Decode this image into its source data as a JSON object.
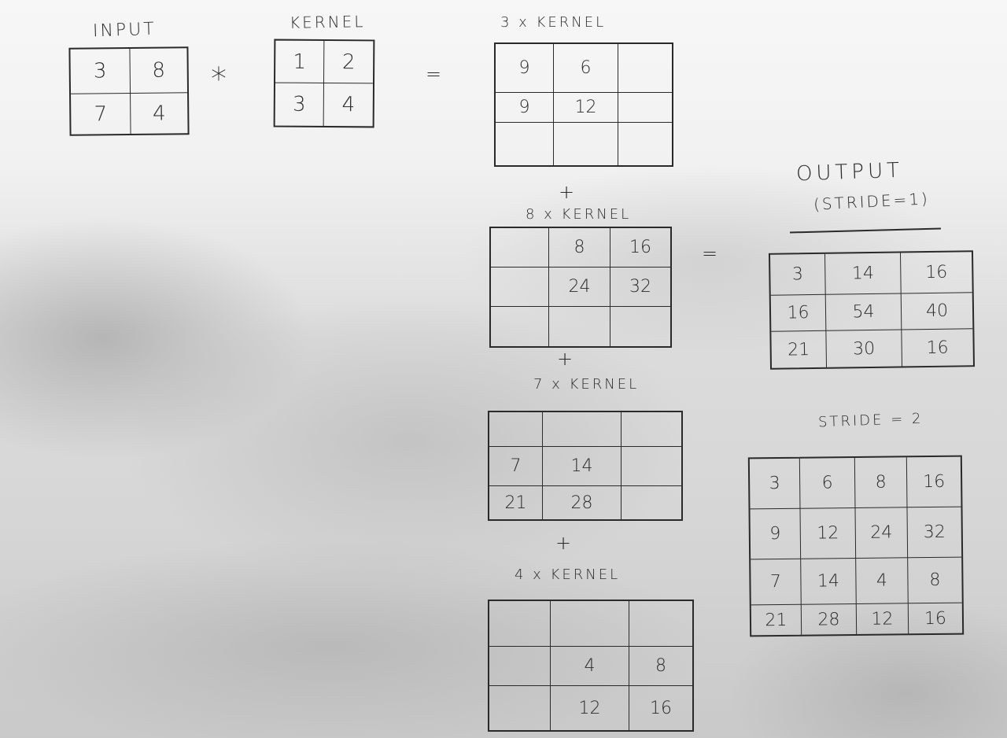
{
  "input": {
    "label": "INPUT",
    "values": [
      [
        "3",
        "8"
      ],
      [
        "7",
        "4"
      ]
    ]
  },
  "operator_conv": "*",
  "kernel": {
    "label": "KERNEL",
    "values": [
      [
        "1",
        "2"
      ],
      [
        "3",
        "4"
      ]
    ]
  },
  "equals": "=",
  "steps": [
    {
      "label": "3 x KERNEL",
      "values": [
        [
          "9",
          "6",
          ""
        ],
        [
          "9",
          "12",
          ""
        ],
        [
          "",
          "",
          ""
        ]
      ]
    },
    {
      "plus": "+",
      "label": "8 x KERNEL",
      "values": [
        [
          "",
          "8",
          "16"
        ],
        [
          "",
          "24",
          "32"
        ],
        [
          "",
          "",
          ""
        ]
      ]
    },
    {
      "plus": "+",
      "label": "7 x KERNEL",
      "values": [
        [
          "",
          "",
          ""
        ],
        [
          "7",
          "14",
          ""
        ],
        [
          "21",
          "28",
          ""
        ]
      ]
    },
    {
      "plus": "+",
      "label": "4 x KERNEL",
      "values": [
        [
          "",
          "",
          ""
        ],
        [
          "",
          "4",
          "8"
        ],
        [
          "",
          "12",
          "16"
        ]
      ]
    }
  ],
  "equals_output": "=",
  "output": {
    "title": "OUTPUT",
    "subtitle": "(STRIDE=1)",
    "values": [
      [
        "3",
        "14",
        "16"
      ],
      [
        "16",
        "54",
        "40"
      ],
      [
        "21",
        "30",
        "16"
      ]
    ]
  },
  "stride2": {
    "title": "STRIDE = 2",
    "values": [
      [
        "3",
        "6",
        "8",
        "16"
      ],
      [
        "9",
        "12",
        "24",
        "32"
      ],
      [
        "7",
        "14",
        "4",
        "8"
      ],
      [
        "21",
        "28",
        "12",
        "16"
      ]
    ]
  }
}
